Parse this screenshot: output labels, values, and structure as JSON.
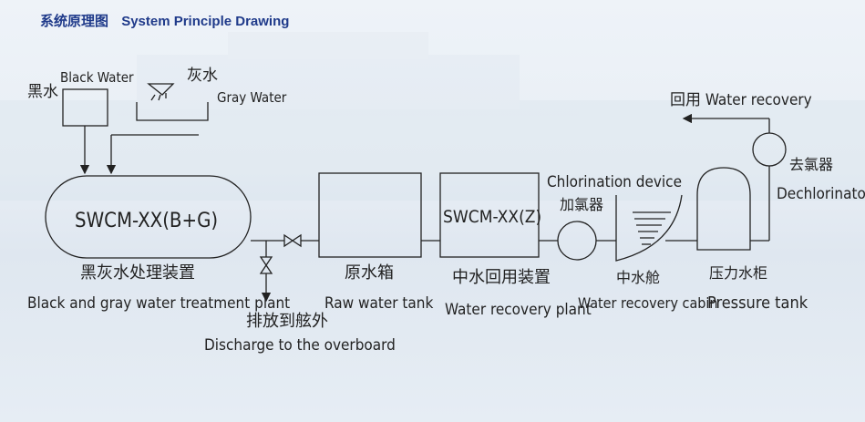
{
  "header": {
    "title_cn": "系统原理图",
    "title_en": "System Principle Drawing"
  },
  "labels": {
    "black_water_cn": "黑水",
    "black_water_en": "Black Water",
    "gray_water_cn": "灰水",
    "gray_water_en": "Gray Water",
    "swcm_bg": "SWCM-XX(B+G)",
    "treatment_cn": "黑灰水处理装置",
    "treatment_en": "Black and gray water treatment plant",
    "discharge_cn": "排放到舷外",
    "discharge_en": "Discharge to the overboard",
    "raw_tank_cn": "原水箱",
    "raw_tank_en": "Raw water tank",
    "swcm_z": "SWCM-XX(Z)",
    "recovery_plant_cn": "中水回用装置",
    "recovery_plant_en": "Water recovery plant",
    "chlorination_en": "Chlorination device",
    "chlorination_cn": "加氯器",
    "cabin_cn": "中水舱",
    "cabin_en": "Water recovery cabin",
    "pressure_cn": "压力水柜",
    "pressure_en": "Pressure tank",
    "dechlor_cn": "去氯器",
    "dechlor_en": "Dechlorinator",
    "recovery_out": "回用 Water recovery"
  }
}
